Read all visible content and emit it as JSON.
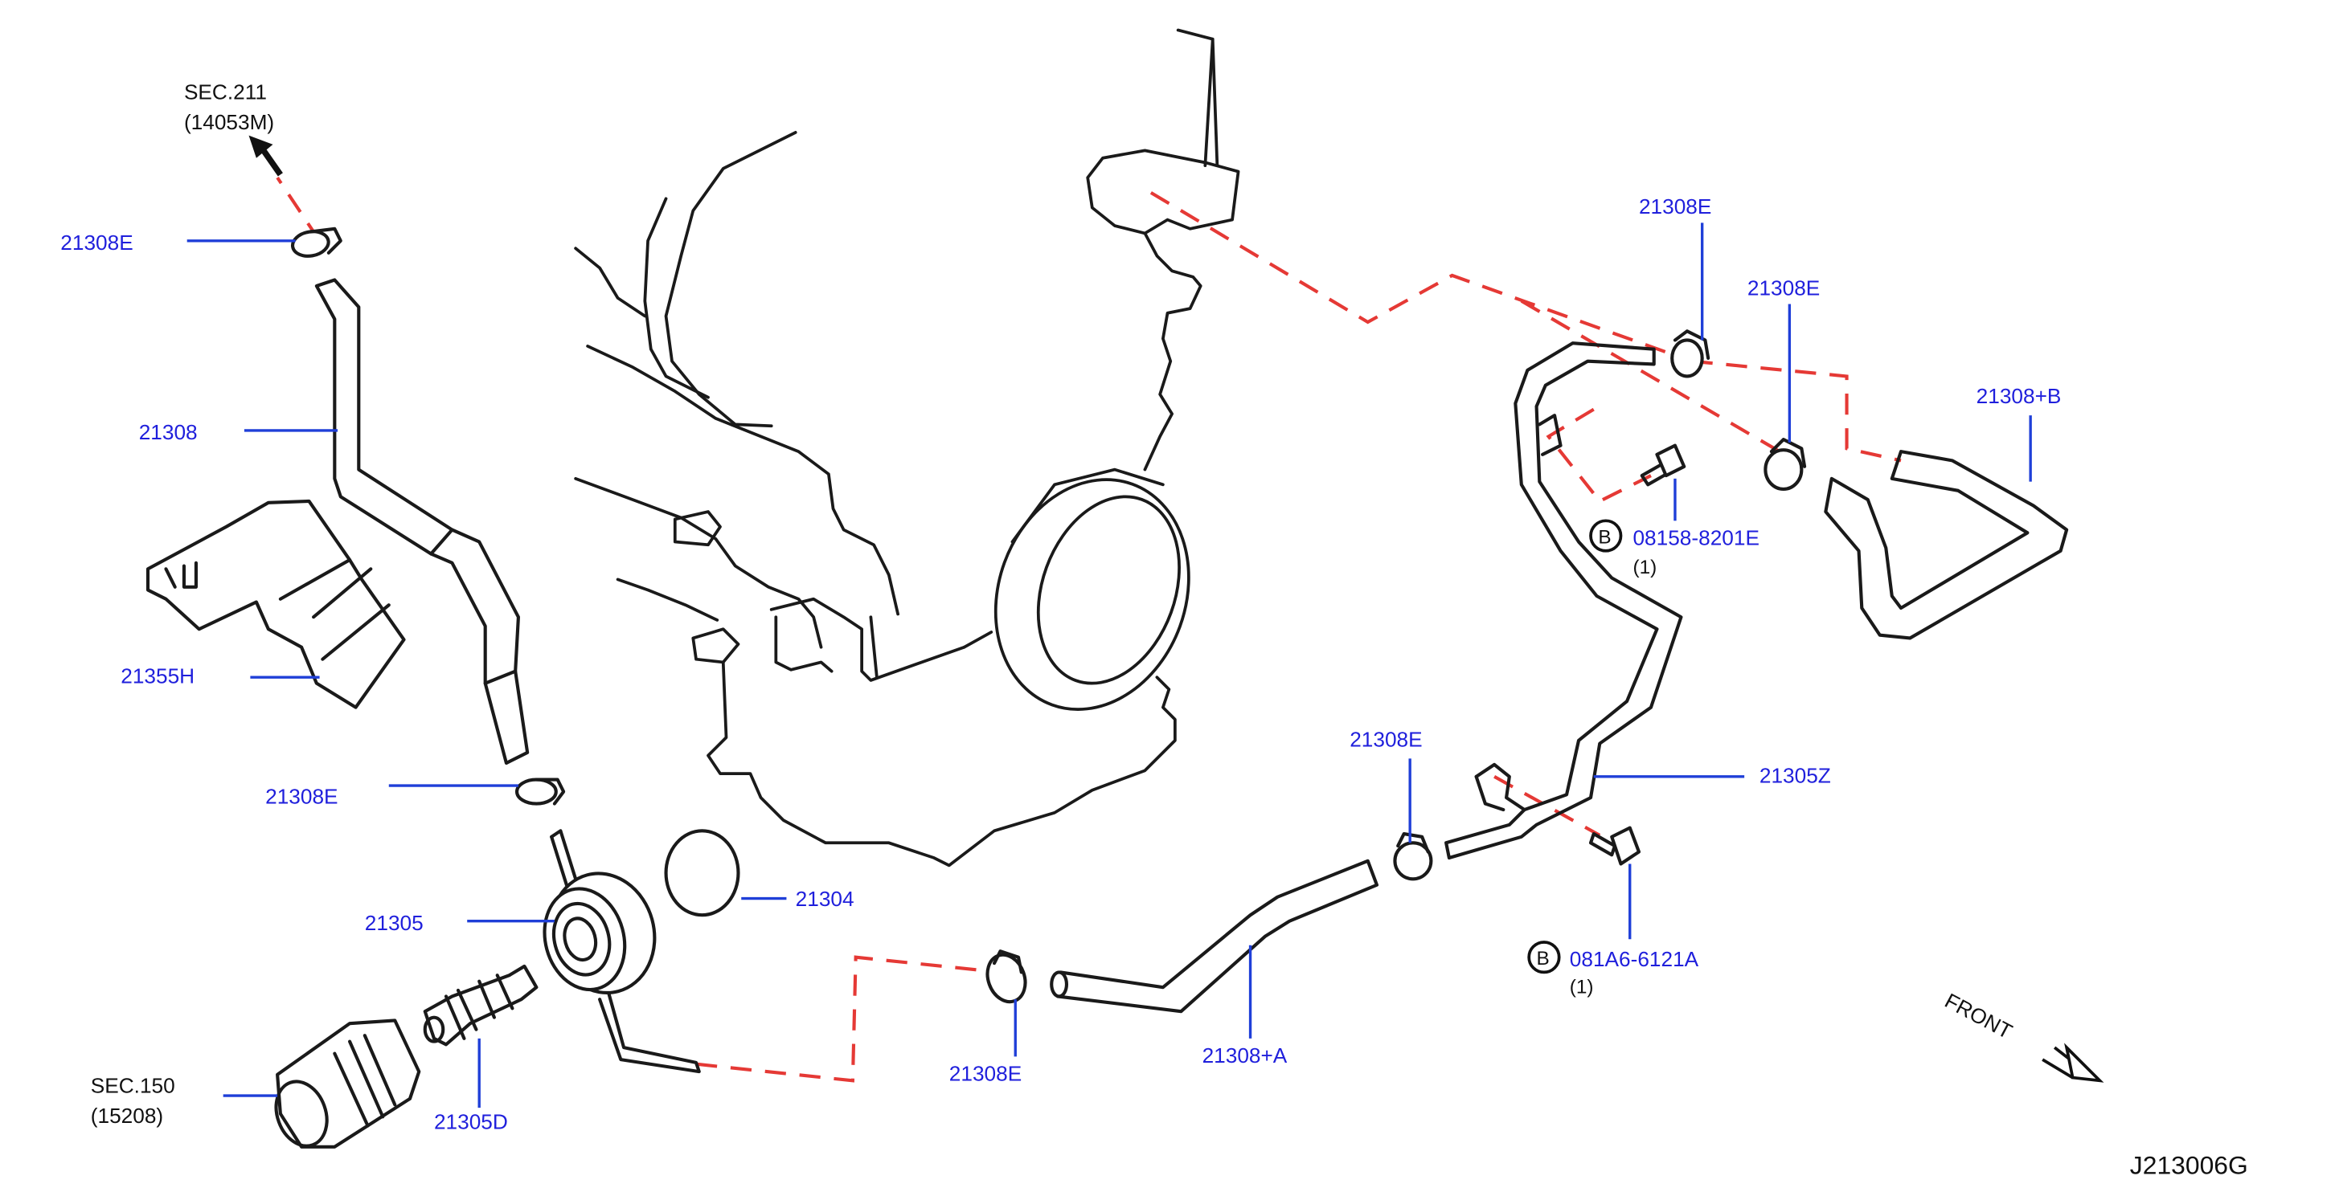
{
  "labels": {
    "sec211_line1": "SEC.211",
    "sec211_line2": "(14053M)",
    "clamp_top_left": "21308E",
    "hose_21308": "21308",
    "bracket_21355H": "21355H",
    "clamp_mid_left": "21308E",
    "oil_cooler_21305": "21305",
    "oring_21304": "21304",
    "sec150_line1": "SEC.150",
    "sec150_line2": "(15208)",
    "connector_21305D": "21305D",
    "clamp_bottom_mid": "21308E",
    "hose_21308A": "21308+A",
    "clamp_center": "21308E",
    "tube_21305Z": "21305Z",
    "bolt_lower_id": "081A6-6121A",
    "bolt_lower_qty": "(1)",
    "bolt_upper_id": "08158-8201E",
    "bolt_upper_qty": "(1)",
    "clamp_top_right_1": "21308E",
    "clamp_top_right_2": "21308E",
    "hose_21308B": "21308+B",
    "front": "FRONT",
    "diagram_code": "J213006G",
    "bolt_marker": "B"
  },
  "colors": {
    "label_blue": "#1f1fdc",
    "leader_blue": "#1f3fd8",
    "dashed_red": "#e53935",
    "line_black": "#1a1a1a"
  },
  "icons": [
    "arrow-up-left-icon",
    "front-arrow-icon"
  ]
}
